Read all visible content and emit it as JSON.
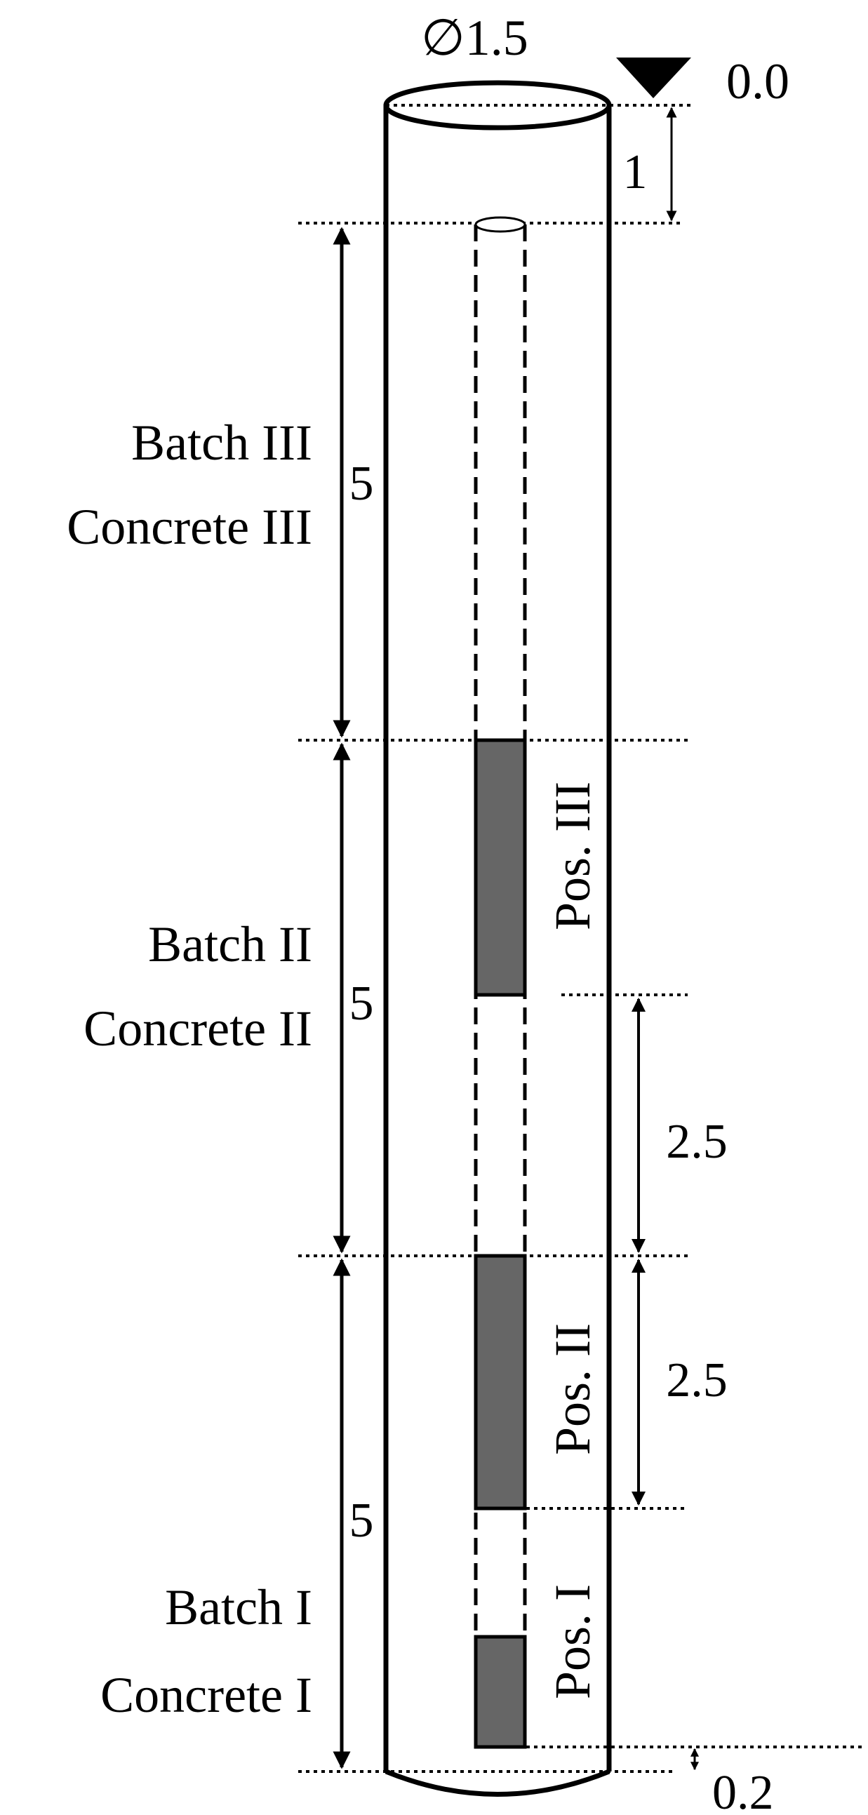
{
  "diameter_label": "∅1.5",
  "level_label": "0.0",
  "dimensions": {
    "top_offset": "1",
    "batch3_height": "5",
    "batch2_height": "5",
    "batch1_height": "5",
    "upper_spacing": "2.5",
    "lower_spacing": "2.5",
    "bottom_offset": "0.2"
  },
  "batches": {
    "batch3_line1": "Batch III",
    "batch3_line2": "Concrete III",
    "batch2_line1": "Batch II",
    "batch2_line2": "Concrete II",
    "batch1_line1": "Batch I",
    "batch1_line2": "Concrete I"
  },
  "positions": {
    "pos3": "Pos. III",
    "pos2": "Pos. II",
    "pos1": "Pos. I"
  },
  "colors": {
    "stroke": "#000000",
    "sensor_fill": "#666666",
    "background": "#ffffff"
  }
}
